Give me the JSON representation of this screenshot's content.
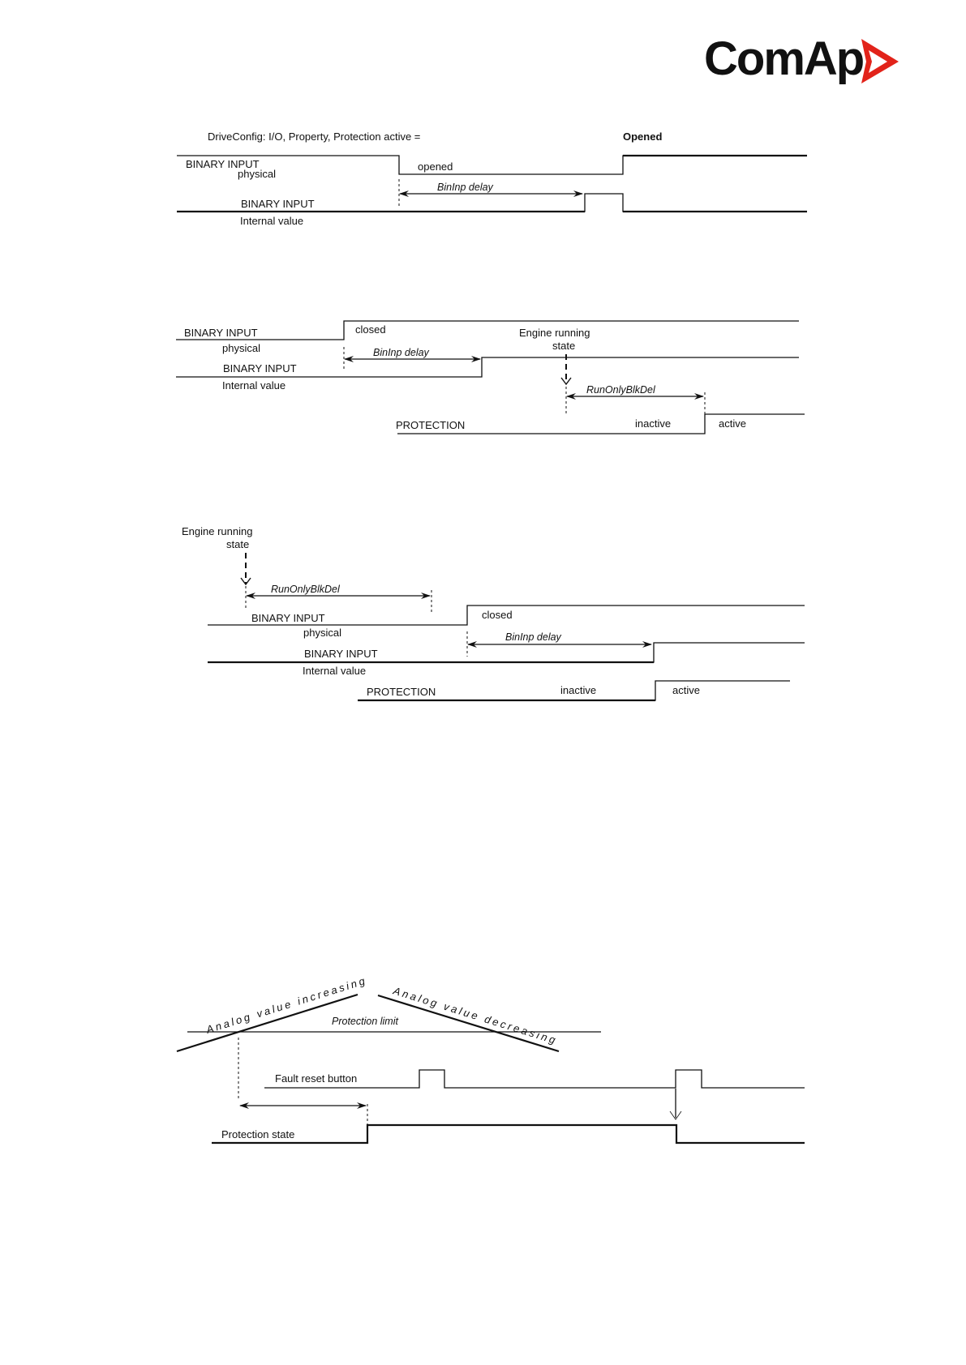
{
  "logo": {
    "text": "ComAp",
    "accent_color": "#e2231a"
  },
  "diagram1": {
    "header_label": "DriveConfig: I/O, Property, Protection active =",
    "header_value": "Opened",
    "signal1_name": "BINARY INPUT",
    "signal1_sub": "physical",
    "opened_label": "opened",
    "delay_label": "BinInp delay",
    "signal2_name": "BINARY INPUT",
    "signal2_sub": "Internal value"
  },
  "diagram2": {
    "signal1_name": "BINARY INPUT",
    "signal1_sub": "physical",
    "closed_label": "closed",
    "engine_label_line1": "Engine running",
    "engine_label_line2": "state",
    "delay_label": "BinInp delay",
    "signal2_name": "BINARY INPUT",
    "signal2_sub": "Internal value",
    "runonly_label": "RunOnlyBlkDel",
    "protection_label": "PROTECTION",
    "inactive_label": "inactive",
    "active_label": "active"
  },
  "diagram3": {
    "engine_label_line1": "Engine running",
    "engine_label_line2": "state",
    "runonly_label": "RunOnlyBlkDel",
    "closed_label": "closed",
    "signal1_name": "BINARY INPUT",
    "signal1_sub": "physical",
    "delay_label": "BinInp delay",
    "signal2_name": "BINARY INPUT",
    "signal2_sub": "Internal value",
    "protection_label": "PROTECTION",
    "inactive_label": "inactive",
    "active_label": "active"
  },
  "diagram4": {
    "increasing_label": "Analog value increasing",
    "decreasing_label": "Analog value decreasing",
    "limit_label": "Protection limit",
    "reset_label": "Fault reset button",
    "state_label": "Protection state"
  }
}
